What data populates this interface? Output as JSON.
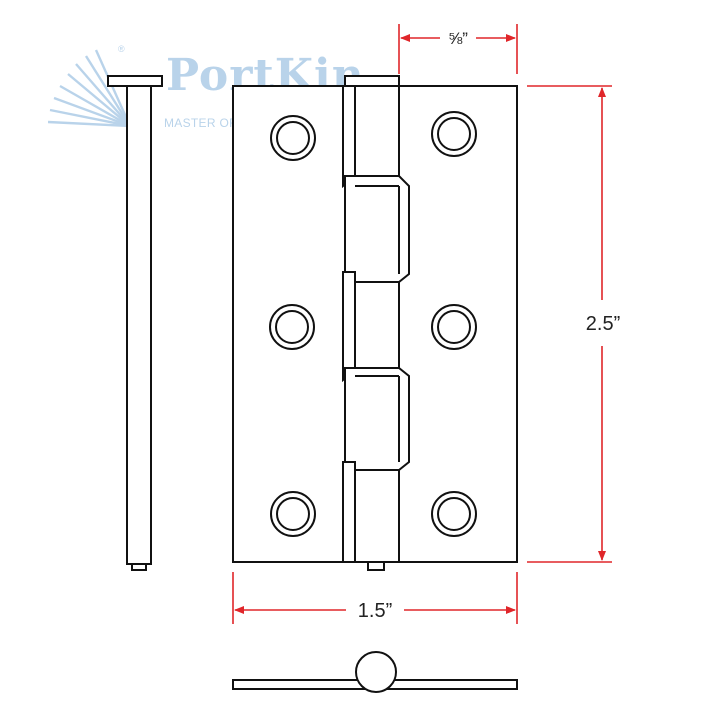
{
  "watermark": {
    "brand": "PortKin",
    "registered": "®",
    "tagline": "MASTER OF PLANTATION SHUTTER"
  },
  "dimensions": {
    "knuckle_width": "⅝”",
    "height": "2.5”",
    "width": "1.5”"
  },
  "colors": {
    "outline": "#111111",
    "dimension_line": "#e0262a",
    "watermark": "#b9d3ea"
  }
}
